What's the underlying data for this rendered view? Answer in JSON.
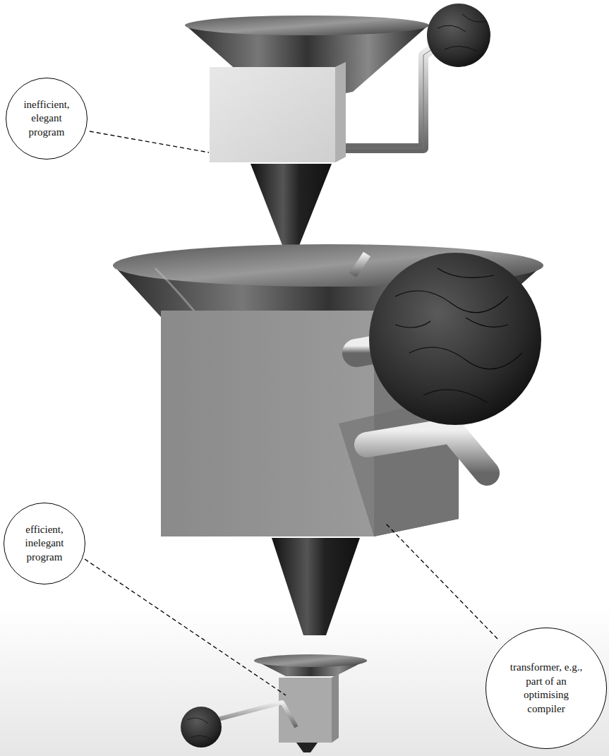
{
  "diagram": {
    "nodes": [
      {
        "text": [
          "inefficient, elegant program"
        ]
      },
      {
        "text": [
          "efficient, inelegant program"
        ]
      },
      {
        "text": [
          "transformer, e.g., part of an optimising compiler"
        ]
      }
    ]
  }
}
